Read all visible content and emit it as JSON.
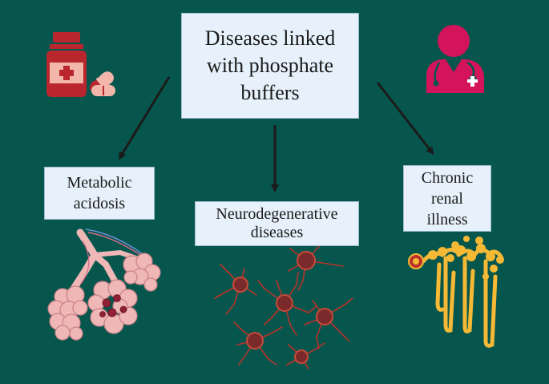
{
  "diagram": {
    "central_node": {
      "label": "Diseases linked\nwith phosphate\nbuffers"
    },
    "nodes": [
      {
        "id": "metabolic-acidosis",
        "label": "Metabolic\nacidosis"
      },
      {
        "id": "neurodegenerative-diseases",
        "label": "Neurodegenerative\ndiseases"
      },
      {
        "id": "chronic-renal-illness",
        "label": "Chronic\nrenal\nillness"
      }
    ],
    "icons": [
      "medicine-bottle-icon",
      "pill-capsule-icon",
      "doctor-icon",
      "lungs-alveoli-illustration",
      "neurons-illustration",
      "kidney-nephron-illustration"
    ]
  },
  "colors": {
    "background": "#06564d",
    "box_fill": "#e6f1fb",
    "box_border": "#9fb9cf",
    "medicine": "#b9262e",
    "doctor": "#d4145a",
    "arrow": "#1b1b1b",
    "neuron": "#b8322a",
    "nephron": "#f5b935",
    "lung": "#f0b7b7"
  }
}
